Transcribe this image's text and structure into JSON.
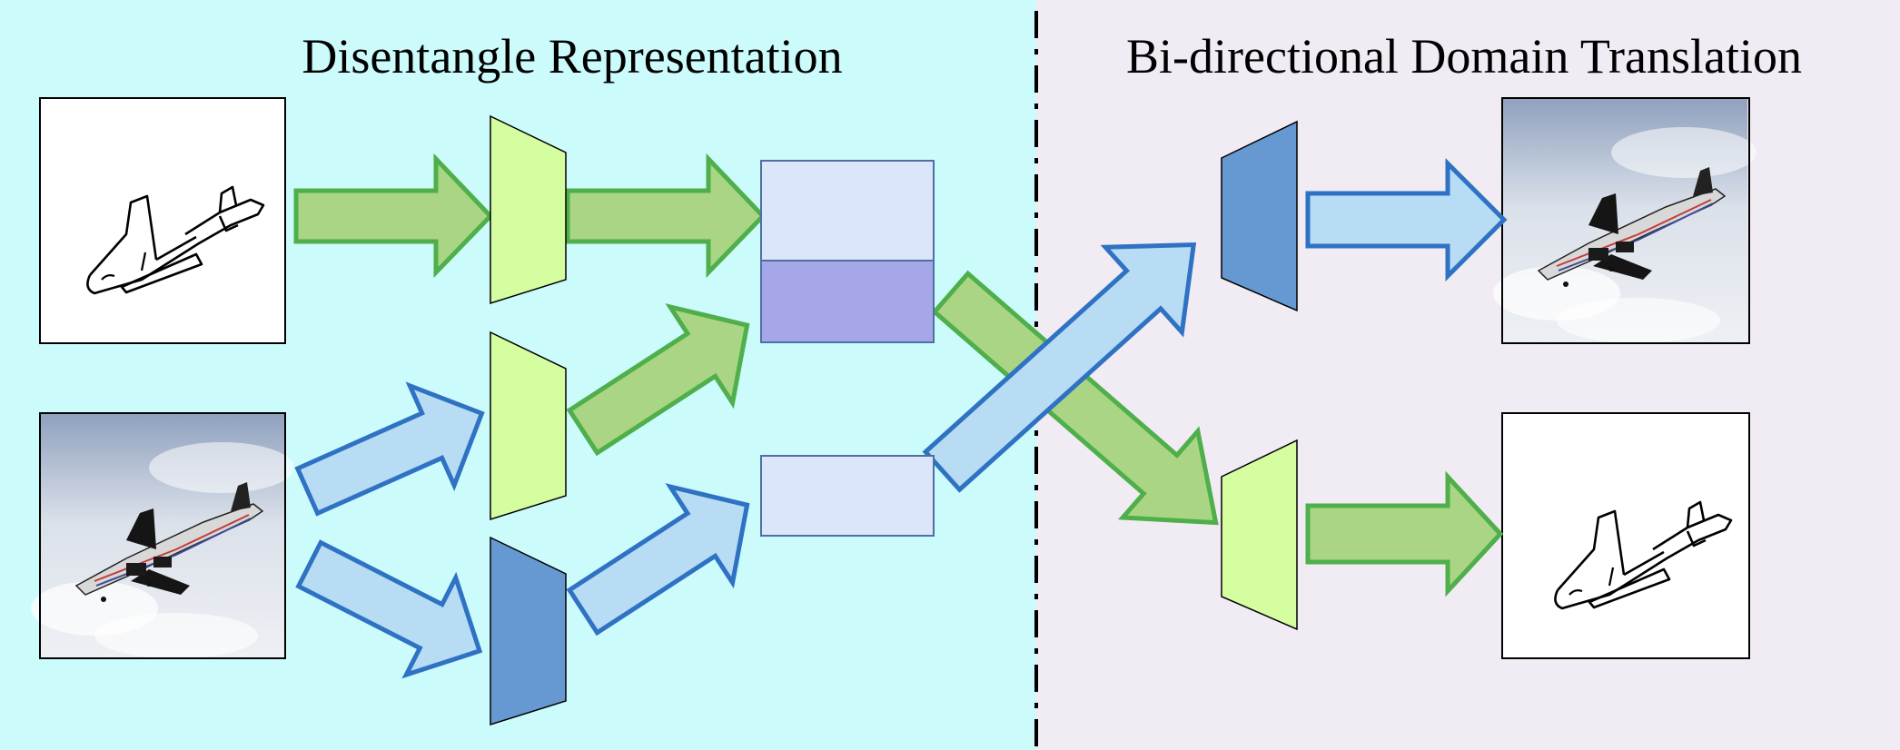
{
  "sections": {
    "left_title": "Disentangle Representation",
    "right_title": "Bi-directional Domain Translation"
  },
  "colors": {
    "left_background": "#ccfbfc",
    "right_background": "#f1ebf4",
    "green_fill": "#a9d585",
    "green_stroke": "#4faf4a",
    "blue_fill": "#b7dcf3",
    "blue_stroke": "#2f72c3",
    "encoder_light": "#d5fea0",
    "encoder_dark": "#6699d1",
    "feature_light": "#dce6fa",
    "feature_purple": "#a6a7e9",
    "box_outline": "#4f6fa3",
    "divider": "#000000"
  },
  "nodes": {
    "input_sketch": "sketch-airplane-image",
    "input_photo": "photo-airplane-image",
    "output_photo": "photo-airplane-image",
    "output_sketch": "sketch-airplane-image"
  }
}
